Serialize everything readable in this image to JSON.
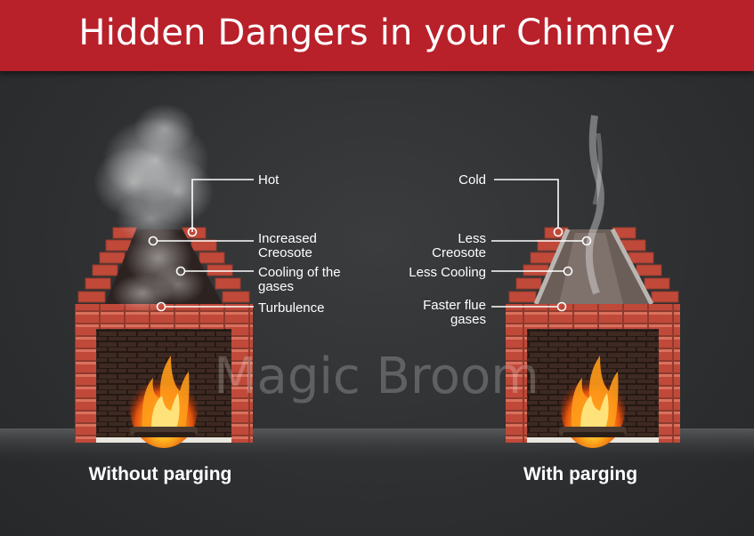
{
  "header": {
    "title": "Hidden Dangers in your Chimney"
  },
  "watermark": "Magic Broom",
  "left_panel": {
    "caption": "Without parging",
    "labels": {
      "hot": "Hot",
      "creosote_line1": "Increased",
      "creosote_line2": "Creosote",
      "cooling_line1": "Cooling of the",
      "cooling_line2": "gases",
      "turbulence": "Turbulence"
    }
  },
  "right_panel": {
    "caption": "With parging",
    "labels": {
      "cold": "Cold",
      "creosote_line1": "Less",
      "creosote_line2": "Creosote",
      "cooling": "Less Cooling",
      "flue_line1": "Faster flue",
      "flue_line2": "gases"
    }
  },
  "colors": {
    "banner": "#b8202a",
    "background": "#2f3133",
    "brick": "#c0493a"
  }
}
